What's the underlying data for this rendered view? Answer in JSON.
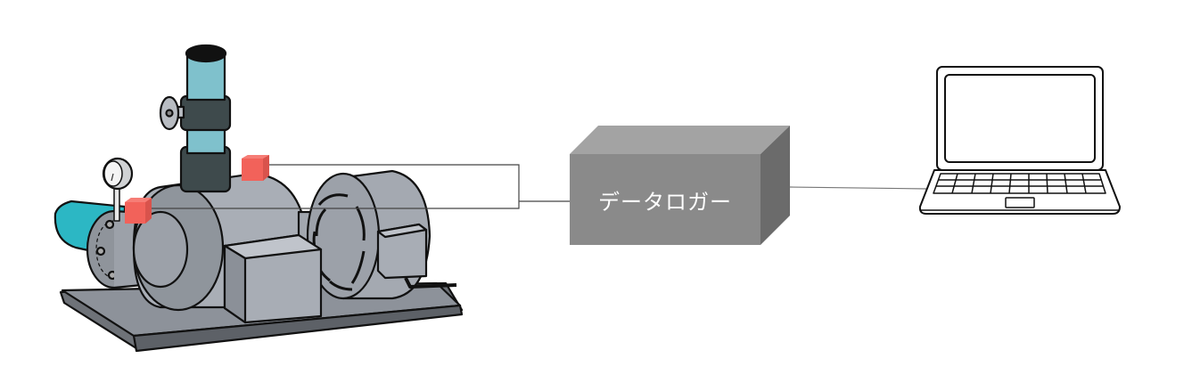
{
  "diagram": {
    "title": "",
    "nodes": [
      {
        "id": "pump",
        "label": "",
        "type": "pump-motor-illustration"
      },
      {
        "id": "sensor-top",
        "label": "",
        "type": "sensor",
        "color": "#f2625a"
      },
      {
        "id": "sensor-left",
        "label": "",
        "type": "sensor",
        "color": "#f2625a"
      },
      {
        "id": "data-logger",
        "label": "データロガー",
        "type": "box-3d",
        "color": "#8a8a8a"
      },
      {
        "id": "laptop",
        "label": "",
        "type": "laptop-icon"
      }
    ],
    "edges": [
      {
        "from": "sensor-top",
        "to": "data-logger"
      },
      {
        "from": "sensor-left",
        "to": "data-logger"
      },
      {
        "from": "data-logger",
        "to": "laptop"
      }
    ]
  },
  "colors": {
    "sensor": "#f2625a",
    "logger_front": "#8a8a8a",
    "logger_top": "#a3a3a3",
    "logger_side": "#6b6b6b",
    "wire": "#444444",
    "pipe_teal": "#7fc1cc",
    "inlet_cyan": "#2cb7c4",
    "body_gray": "#a9aeb6"
  }
}
